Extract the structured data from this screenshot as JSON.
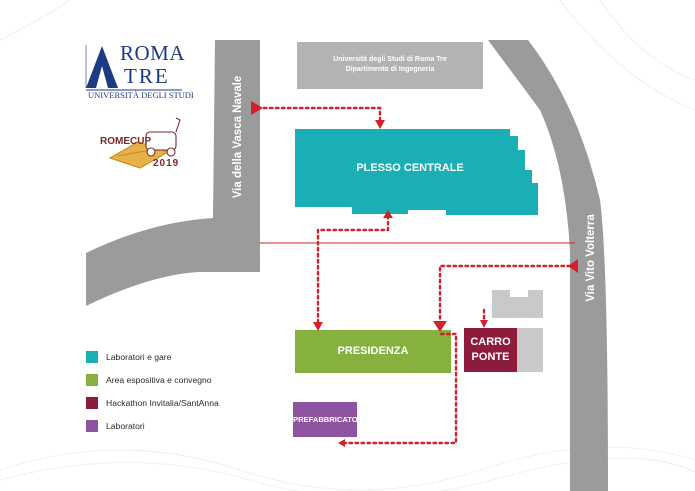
{
  "logo": {
    "line1": "ROMA",
    "line2": "TRE",
    "line3": "UNIVERSITÀ DEGLI STUDI"
  },
  "romecup": {
    "name": "ROMECUP",
    "year": "2019"
  },
  "streets": {
    "vasca_navale": "Via della Vasca Navale",
    "vito_volterra": "Via Vito Volterra"
  },
  "buildings": {
    "dipartimento_line1": "Università degli Studi di Roma Tre",
    "dipartimento_line2": "Dipartimento di Ingegneria",
    "plesso_centrale": "PLESSO CENTRALE",
    "presidenza": "PRESIDENZA",
    "carro_ponte_line1": "CARRO",
    "carro_ponte_line2": "PONTE",
    "prefabbricato": "PREFABBRICATO"
  },
  "legend": [
    {
      "label": "Laboratori e gare",
      "color": "#1aafb4"
    },
    {
      "label": "Area espositiva e convegno",
      "color": "#87b13e"
    },
    {
      "label": "Hackathon Invitalia/SantAnna",
      "color": "#8c1b3c"
    },
    {
      "label": "Laboratori",
      "color": "#8e54a1"
    }
  ],
  "colors": {
    "road": "#9b9b9b",
    "route": "#d4202a",
    "plesso": "#1aafb4",
    "presidenza": "#87b13e",
    "carro_ponte": "#8c1b3c",
    "prefabbricato": "#8e54a1",
    "gray_building": "#b3b3b3",
    "logo_blue": "#1d3a85",
    "romecup_brown": "#7a2a2a"
  }
}
